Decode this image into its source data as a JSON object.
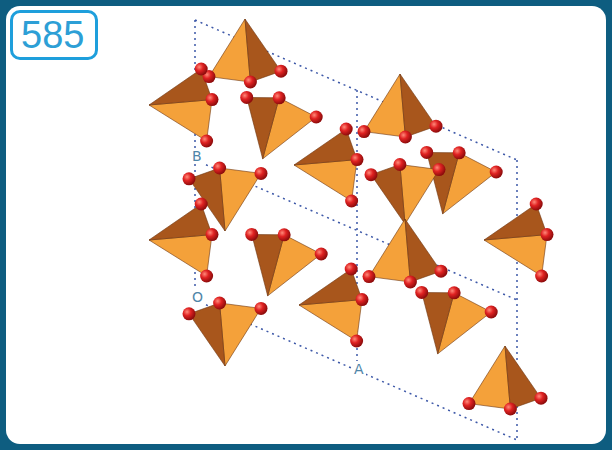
{
  "diagram": {
    "nodes": [
      {
        "text": [
          "585"
        ]
      }
    ],
    "labels": [
      "B",
      "O",
      "A"
    ]
  }
}
